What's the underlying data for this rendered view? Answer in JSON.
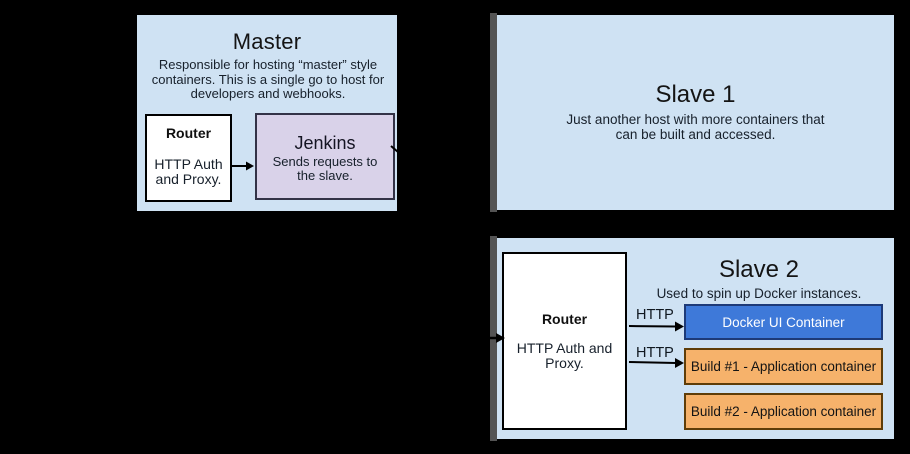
{
  "colors": {
    "background": "#000000",
    "host_fill": "#cfe2f3",
    "host_border": "#000000",
    "router_fill": "#ffffff",
    "jenkins_fill": "#d9d2e9",
    "jenkins_border": "#333347",
    "connector_gray": "#545454",
    "arrow_black": "#000000"
  },
  "master": {
    "title": "Master",
    "description": "Responsible for hosting “master” style containers. This is a single go to host for developers and webhooks.",
    "router": {
      "title": "Router",
      "body": "HTTP Auth and Proxy."
    },
    "jenkins": {
      "title": "Jenkins",
      "body": "Sends requests to the slave."
    }
  },
  "slave1": {
    "title": "Slave 1",
    "description": "Just another host with more containers that can be built and accessed."
  },
  "slave2": {
    "title": "Slave 2",
    "description": "Used to spin up Docker instances.",
    "router": {
      "title": "Router",
      "body": "HTTP Auth and Proxy."
    },
    "http_labels": [
      "HTTP",
      "HTTP"
    ],
    "containers": [
      {
        "label": "Docker UI Container",
        "fill": "#3e79d9",
        "border": "#1d3a78",
        "text": "#ffffff"
      },
      {
        "label": "Build #1 - Application container",
        "fill": "#f6b26b",
        "border": "#5f3d08",
        "text": "#141414"
      },
      {
        "label": "Build #2 - Application container",
        "fill": "#f6b26b",
        "border": "#5f3d08",
        "text": "#141414"
      }
    ]
  }
}
